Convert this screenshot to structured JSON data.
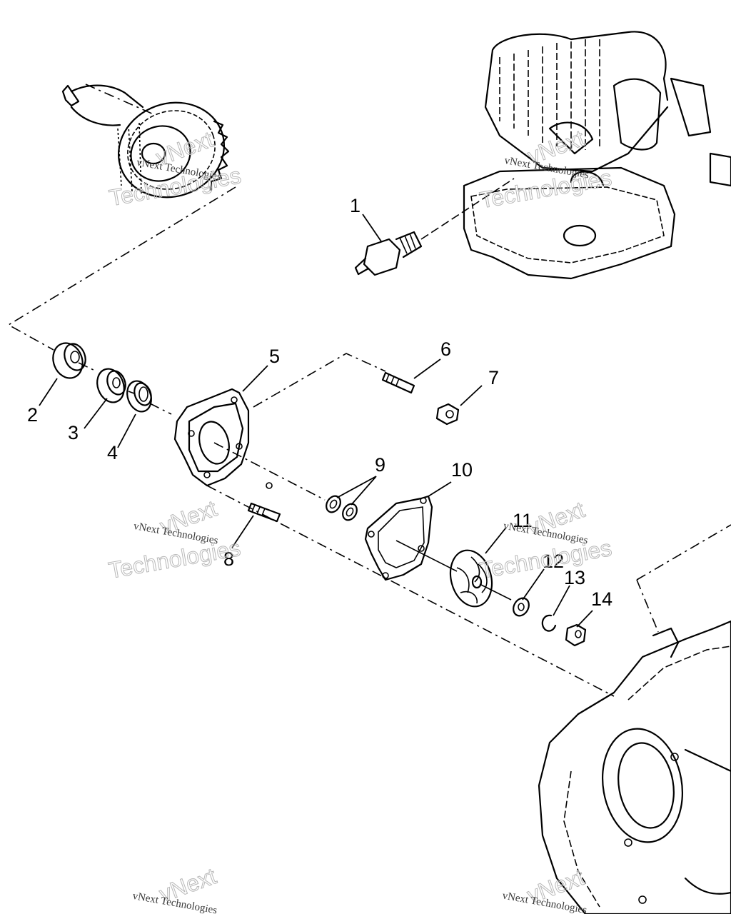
{
  "diagram": {
    "title": "Water Pump / Cylinder Exploded View",
    "callouts": [
      {
        "id": "1",
        "part": "spark-plug"
      },
      {
        "id": "2",
        "part": "bearing"
      },
      {
        "id": "3",
        "part": "bearing"
      },
      {
        "id": "4",
        "part": "oil-seal"
      },
      {
        "id": "5",
        "part": "pump-housing"
      },
      {
        "id": "6",
        "part": "stud"
      },
      {
        "id": "7",
        "part": "nut"
      },
      {
        "id": "8",
        "part": "stud"
      },
      {
        "id": "9",
        "part": "seal-pair"
      },
      {
        "id": "10",
        "part": "gasket"
      },
      {
        "id": "11",
        "part": "impeller"
      },
      {
        "id": "12",
        "part": "washer"
      },
      {
        "id": "13",
        "part": "e-clip"
      },
      {
        "id": "14",
        "part": "nut"
      }
    ],
    "components": {
      "shaft_gear": "crankshaft-gear-assembly",
      "cylinder": "cylinder-and-head",
      "crankcase": "crankcase-half"
    }
  },
  "watermark": {
    "brand": "vNext",
    "line1": "vNext Technologies",
    "line2": "Technologies"
  }
}
